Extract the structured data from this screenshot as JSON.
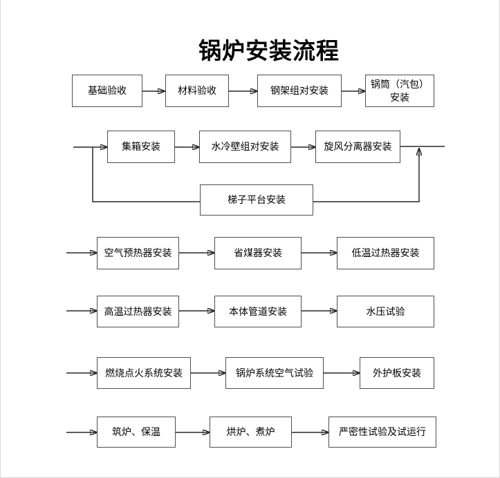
{
  "page": {
    "title": "锅炉安装流程",
    "background_color": "#ffffff",
    "page_border_color": "#d8d8d8"
  },
  "diagram": {
    "type": "flowchart",
    "box_fill": "#ffffff",
    "box_border_color": "#4d4d4d",
    "line_color": "#262626",
    "nodes": [
      {
        "id": "foundation-acceptance",
        "label": "基础验收"
      },
      {
        "id": "material-acceptance",
        "label": "材料验收"
      },
      {
        "id": "steel-frame-assembly",
        "label": "钢架组对安装"
      },
      {
        "id": "steam-drum-installation",
        "label": "锅筒（汽包）安装",
        "lines": [
          "锅筒（汽包）",
          "安装"
        ]
      },
      {
        "id": "header-installation",
        "label": "集箱安装"
      },
      {
        "id": "water-wall-assembly",
        "label": "水冷壁组对安装"
      },
      {
        "id": "cyclone-separator-installation",
        "label": "旋风分离器安装"
      },
      {
        "id": "ladder-platform-installation",
        "label": "梯子平台安装"
      },
      {
        "id": "air-preheater-installation",
        "label": "空气预热器安装"
      },
      {
        "id": "economizer-installation",
        "label": "省煤器安装"
      },
      {
        "id": "low-temp-superheater-installation",
        "label": "低温过热器安装"
      },
      {
        "id": "high-temp-superheater-installation",
        "label": "高温过热器安装"
      },
      {
        "id": "body-piping-installation",
        "label": "本体管道安装"
      },
      {
        "id": "hydrostatic-test",
        "label": "水压试验"
      },
      {
        "id": "ignition-system-installation",
        "label": "燃烧点火系统安装"
      },
      {
        "id": "boiler-system-air-test",
        "label": "锅炉系统空气试验"
      },
      {
        "id": "outer-casing-installation",
        "label": "外护板安装"
      },
      {
        "id": "furnace-building-insulation",
        "label": "筑炉、保温"
      },
      {
        "id": "furnace-drying-boiling",
        "label": "烘炉、煮炉"
      },
      {
        "id": "tightness-test-trial-run",
        "label": "严密性试验及试运行"
      }
    ],
    "edges": [
      {
        "from": "foundation-acceptance",
        "to": "material-acceptance"
      },
      {
        "from": "material-acceptance",
        "to": "steel-frame-assembly"
      },
      {
        "from": "steel-frame-assembly",
        "to": "steam-drum-installation"
      },
      {
        "from": "row-entry",
        "to": "header-installation"
      },
      {
        "from": "header-installation",
        "to": "water-wall-assembly"
      },
      {
        "from": "water-wall-assembly",
        "to": "cyclone-separator-installation"
      },
      {
        "from": "cyclone-separator-installation",
        "to": "row-exit"
      },
      {
        "from": "row-entry-branch",
        "to": "ladder-platform-installation"
      },
      {
        "from": "ladder-platform-installation",
        "to": "cyclone-separator-exit-line"
      },
      {
        "from": "row-entry",
        "to": "air-preheater-installation"
      },
      {
        "from": "air-preheater-installation",
        "to": "economizer-installation"
      },
      {
        "from": "economizer-installation",
        "to": "low-temp-superheater-installation"
      },
      {
        "from": "row-entry",
        "to": "high-temp-superheater-installation"
      },
      {
        "from": "high-temp-superheater-installation",
        "to": "body-piping-installation"
      },
      {
        "from": "body-piping-installation",
        "to": "hydrostatic-test"
      },
      {
        "from": "row-entry",
        "to": "ignition-system-installation"
      },
      {
        "from": "ignition-system-installation",
        "to": "boiler-system-air-test"
      },
      {
        "from": "boiler-system-air-test",
        "to": "outer-casing-installation"
      },
      {
        "from": "row-entry",
        "to": "furnace-building-insulation"
      },
      {
        "from": "furnace-building-insulation",
        "to": "furnace-drying-boiling"
      },
      {
        "from": "furnace-drying-boiling",
        "to": "tightness-test-trial-run"
      }
    ]
  }
}
